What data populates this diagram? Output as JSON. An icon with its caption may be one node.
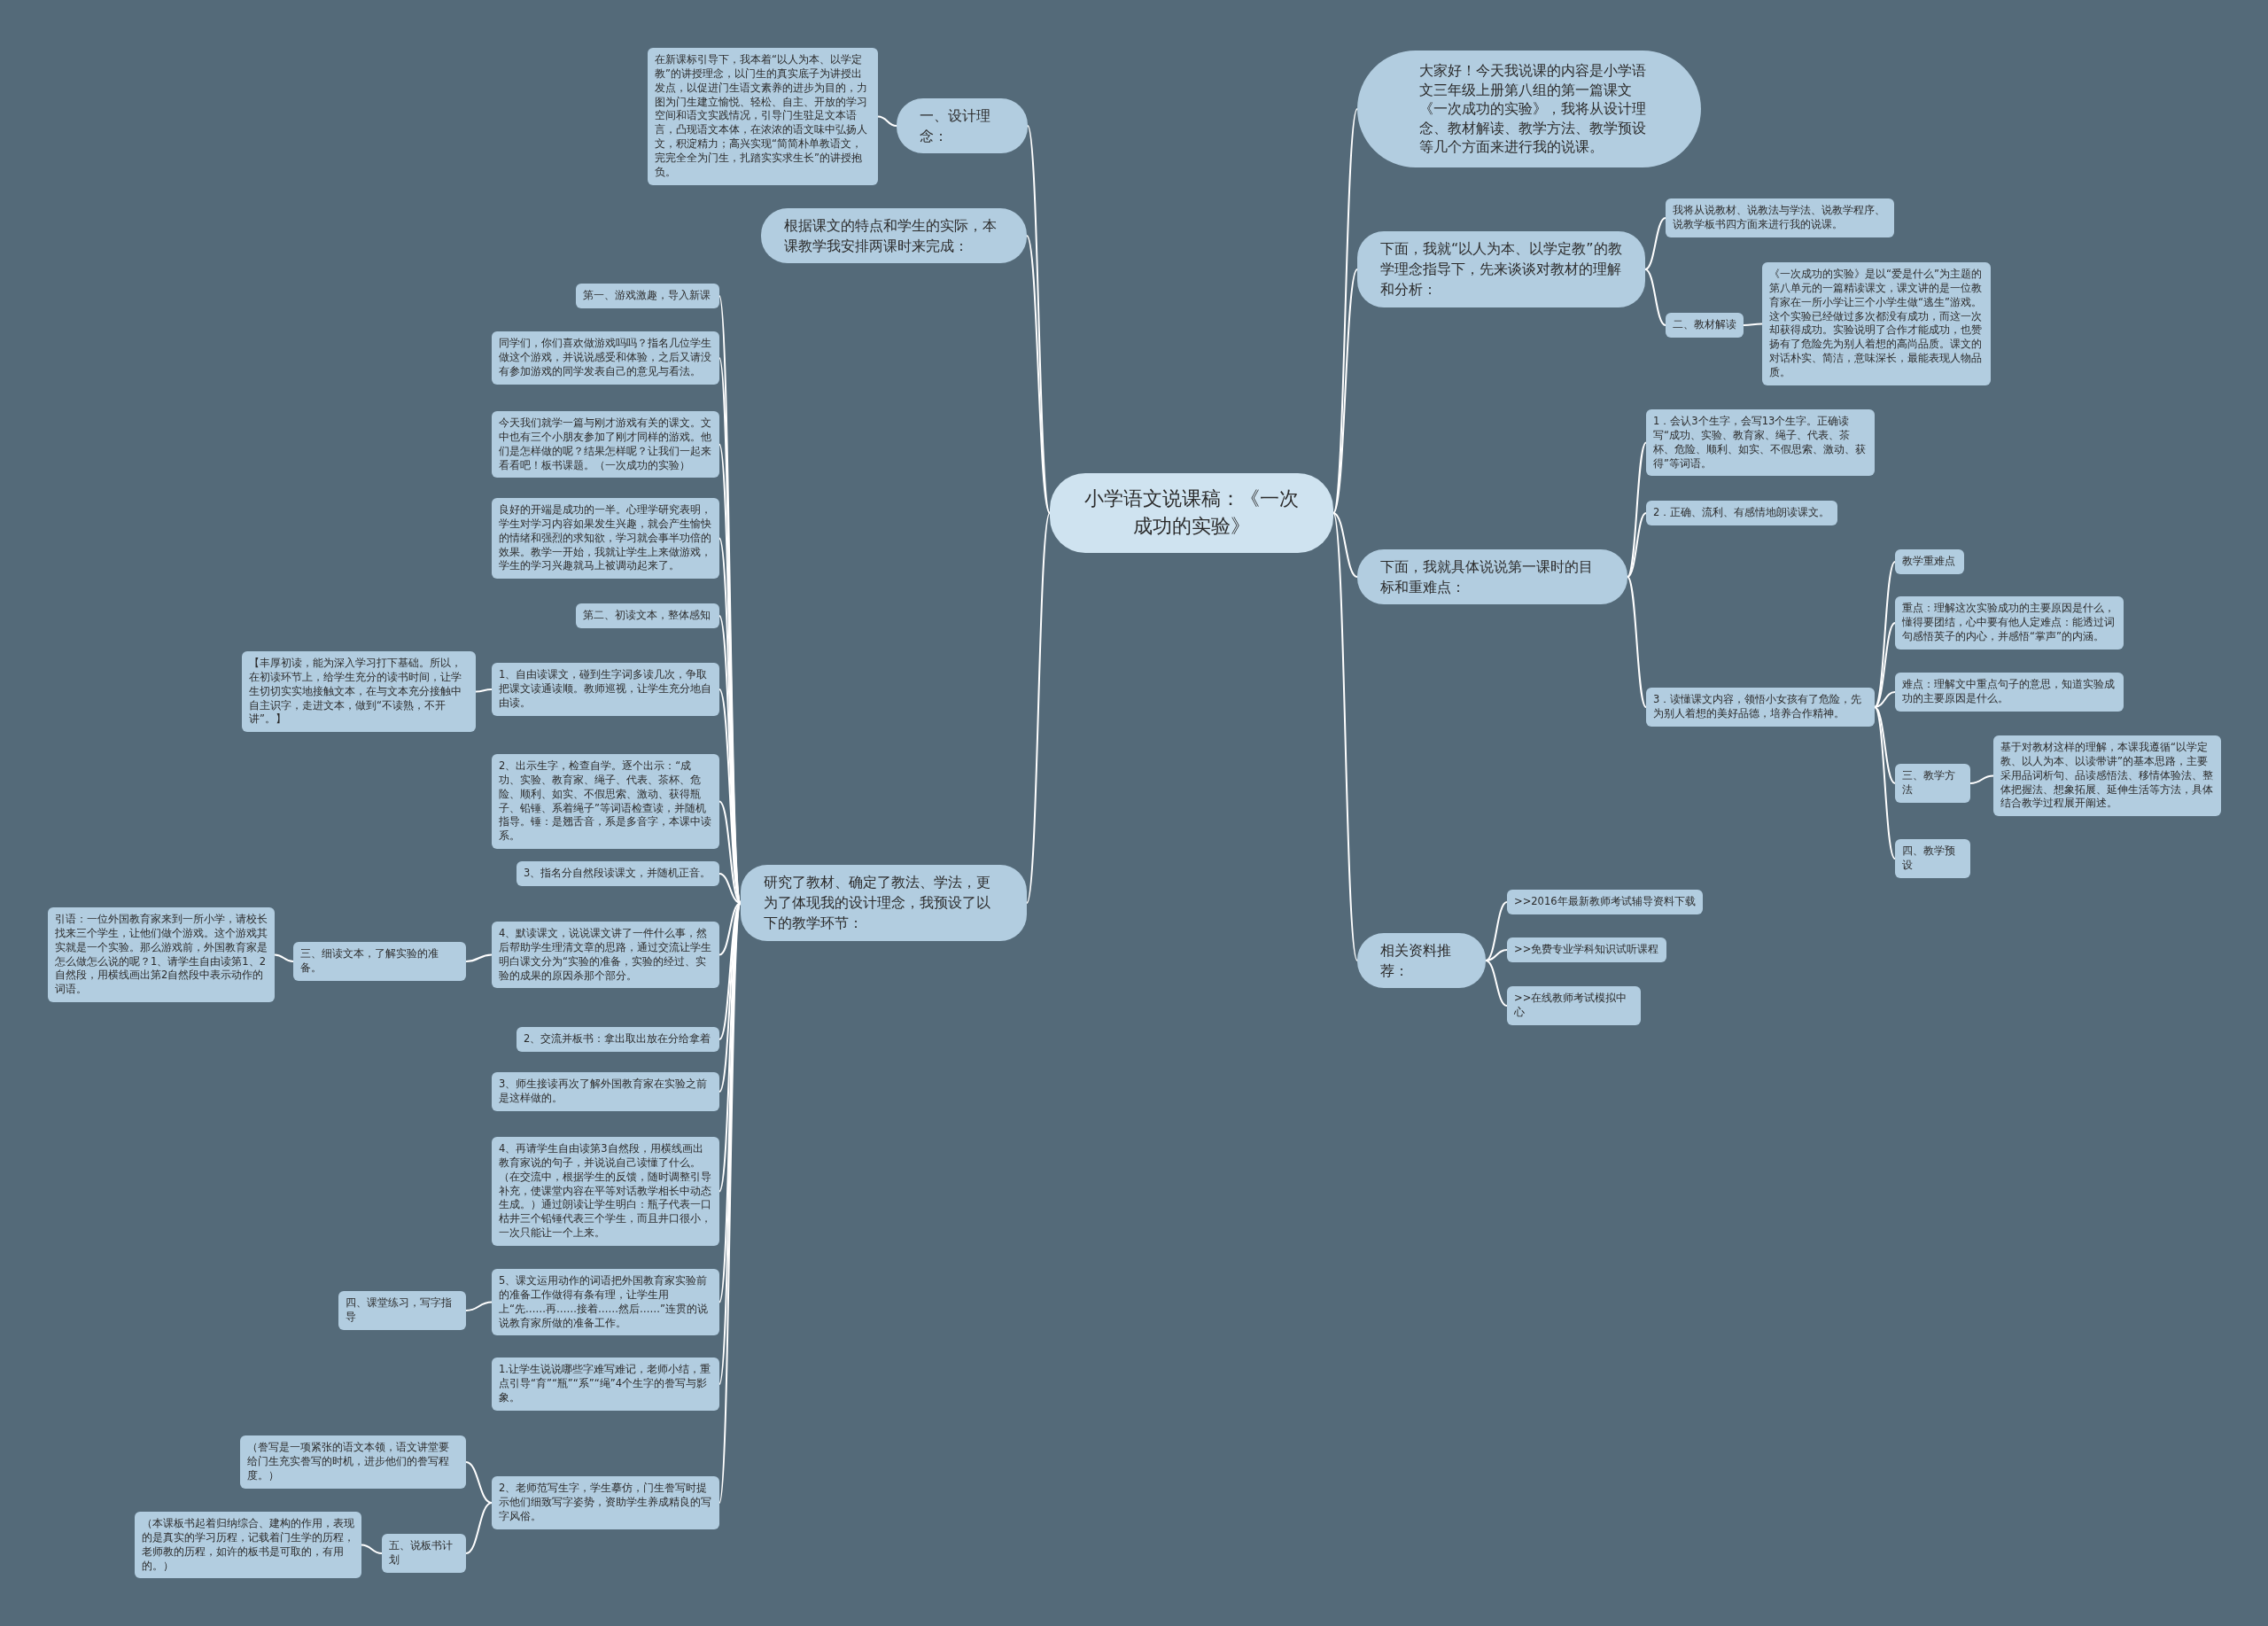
{
  "diagram": {
    "nodes": [
      {
        "text": [
          "小学语文说课稿：《一次成功的实验》"
        ]
      },
      {
        "text": [
          "一、设计理念："
        ]
      },
      {
        "text": [
          "在新课标引导下，我本着“以人为本、以学定教”的讲授理念，以门生的真实底子为讲授出发点，以促进门生语文素养的进步为目的，力图为门生建立愉悦、轻松、自主、开放的学习空间和语文实践情况，引导门生驻足文本语言，凸现语文本体，在浓浓的语文味中弘扬人文，积淀精力；高兴实现“简简朴单教语文，完完全全为门生，扎踏实实求生长”的讲授抱负。"
        ]
      },
      {
        "text": [
          "根据课文的特点和学生的实际，本课教学我安排两课时来完成："
        ]
      },
      {
        "text": [
          "研究了教材、确定了教法、学法，更为了体现我的设计理念，我预设了以下的教学环节："
        ]
      },
      {
        "text": [
          "第一、游戏激趣，导入新课"
        ]
      },
      {
        "text": [
          "同学们，你们喜欢做游戏吗吗？指名几位学生做这个游戏，并说说感受和体验，之后又请没有参加游戏的同学发表自己的意见与看法。"
        ]
      },
      {
        "text": [
          "今天我们就学一篇与刚才游戏有关的课文。文中也有三个小朋友参加了刚才同样的游戏。他们是怎样做的呢？结果怎样呢？让我们一起来看看吧！板书课题。（一次成功的实验）"
        ]
      },
      {
        "text": [
          "良好的开端是成功的一半。心理学研究表明，学生对学习内容如果发生兴趣，就会产生愉快的情绪和强烈的求知欲，学习就会事半功倍的效果。教学一开始，我就让学生上来做游戏，学生的学习兴趣就马上被调动起来了。"
        ]
      },
      {
        "text": [
          "第二、初读文本，整体感知"
        ]
      },
      {
        "text": [
          "1、自由读课文，碰到生字词多读几次，争取把课文读通读顺。教师巡视，让学生充分地自由读。"
        ]
      },
      {
        "text": [
          "【丰厚初读，能为深入学习打下基础。所以，在初读环节上，给学生充分的读书时间，让学生切切实实地接触文本，在与文本充分接触中自主识字，走进文本，做到“不读熟，不开讲”。】"
        ]
      },
      {
        "text": [
          "2、出示生字，检查自学。逐个出示：“成功、实验、教育家、绳子、代表、茶杯、危险、顺利、如实、不假思索、激动、获得瓶子、铅锤、系着绳子”等词语检查读，并随机指导。锤：是翘舌音，系是多音字，本课中读系。"
        ]
      },
      {
        "text": [
          "3、指名分自然段读课文，并随机正音。"
        ]
      },
      {
        "text": [
          "4、默读课文，说说课文讲了一件什么事，然后帮助学生理清文章的思路，通过交流让学生明白课文分为“实验的准备，实验的经过、实验的成果的原因杀那个部分。"
        ]
      },
      {
        "text": [
          "三、细读文本，了解实验的准备。"
        ]
      },
      {
        "text": [
          "引语：一位外国教育家来到一所小学，请校长找来三个学生，让他们做个游戏。这个游戏其实就是一个实验。那么游戏前，外国教育家是怎么做怎么说的呢？1、请学生自由读第1、2自然段，用横线画出第2自然段中表示动作的词语。"
        ]
      },
      {
        "text": [
          "2、交流并板书：拿出取出放在分给拿着"
        ]
      },
      {
        "text": [
          "3、师生接读再次了解外国教育家在实验之前是这样做的。"
        ]
      },
      {
        "text": [
          "4、再请学生自由读第3自然段，用横线画出教育家说的句子，并说说自己读懂了什么。（在交流中，根据学生的反馈，随时调整引导补充，使课堂内容在平等对话教学相长中动态生成。）通过朗读让学生明白：瓶子代表一口枯井三个铅锤代表三个学生，而且井口很小，一次只能让一个上来。"
        ]
      },
      {
        "text": [
          "5、课文运用动作的词语把外国教育家实验前的准备工作做得有条有理，让学生用上“先……再……接着……然后……”连贯的说说教育家所做的准备工作。"
        ]
      },
      {
        "text": [
          "四、课堂练习，写字指导"
        ]
      },
      {
        "text": [
          "1.让学生说说哪些字难写难记，老师小结，重点引导“育”“瓶”“系”“绳”4个生字的誊写与影象。"
        ]
      },
      {
        "text": [
          "2、老师范写生字，学生摹仿，门生誊写时提示他们细致写字姿势，资助学生养成精良的写字风俗。"
        ]
      },
      {
        "text": [
          "（誊写是一项紧张的语文本领，语文讲堂要给门生充实誊写的时机，进步他们的誊写程度。）"
        ]
      },
      {
        "text": [
          "五、说板书计划"
        ]
      },
      {
        "text": [
          "（本课板书起着归纳综合、建构的作用，表现的是真实的学习历程，记载着门生学的历程，老师教的历程，如许的板书是可取的，有用的。）"
        ]
      },
      {
        "text": [
          "大家好！今天我说课的内容是小学语文三年级上册第八组的第一篇课文《一次成功的实验》，我将从设计理念、教材解读、教学方法、教学预设等几个方面来进行我的说课。"
        ]
      },
      {
        "text": [
          "下面，我就“以人为本、以学定教”的教学理念指导下，先来谈谈对教材的理解和分析："
        ]
      },
      {
        "text": [
          "我将从说教材、说教法与学法、说教学程序、说教学板书四方面来进行我的说课。"
        ]
      },
      {
        "text": [
          "二、教材解读"
        ]
      },
      {
        "text": [
          "《一次成功的实验》是以“爱是什么”为主题的第八单元的一篇精读课文，课文讲的是一位教育家在一所小学让三个小学生做“逃生”游戏。这个实验已经做过多次都没有成功，而这一次却获得成功。实验说明了合作才能成功，也赞扬有了危险先为别人着想的高尚品质。课文的对话朴实、简洁，意味深长，最能表现人物品质。"
        ]
      },
      {
        "text": [
          "下面，我就具体说说第一课时的目标和重难点："
        ]
      },
      {
        "text": [
          "1．会认3个生字，会写13个生字。正确读写“成功、实验、教育家、绳子、代表、茶杯、危险、顺利、如实、不假思索、激动、获得”等词语。"
        ]
      },
      {
        "text": [
          "2．正确、流利、有感情地朗读课文。"
        ]
      },
      {
        "text": [
          "3．读懂课文内容，领悟小女孩有了危险，先为别人着想的美好品德，培养合作精神。"
        ]
      },
      {
        "text": [
          "教学重难点"
        ]
      },
      {
        "text": [
          "重点：理解这次实验成功的主要原因是什么，懂得要团结，心中要有他人定难点：能透过词句感悟英子的内心，并感悟“掌声”的内涵。"
        ]
      },
      {
        "text": [
          "难点：理解文中重点句子的意思，知道实验成功的主要原因是什么。"
        ]
      },
      {
        "text": [
          "三、教学方法"
        ]
      },
      {
        "text": [
          "基于对教材这样的理解，本课我遵循“以学定教、以人为本、以读带讲”的基本思路，主要采用品词析句、品读感悟法、移情体验法、整体把握法、想象拓展、延伸生活等方法，具体结合教学过程展开阐述。"
        ]
      },
      {
        "text": [
          "四、教学预设"
        ]
      },
      {
        "text": [
          "相关资料推荐："
        ]
      },
      {
        "text": [
          ">>2016年最新教师考试辅导资料下载"
        ]
      },
      {
        "text": [
          ">>免费专业学科知识试听课程"
        ]
      },
      {
        "text": [
          ">>在线教师考试模拟中心"
        ]
      }
    ],
    "edges": [
      {
        "from": 0,
        "to": 1,
        "arrow": "none"
      },
      {
        "from": 1,
        "to": 2,
        "arrow": "none"
      },
      {
        "from": 0,
        "to": 3,
        "arrow": "none"
      },
      {
        "from": 0,
        "to": 4,
        "arrow": "none"
      },
      {
        "from": 4,
        "to": 5,
        "arrow": "none"
      },
      {
        "from": 4,
        "to": 6,
        "arrow": "none"
      },
      {
        "from": 4,
        "to": 7,
        "arrow": "none"
      },
      {
        "from": 4,
        "to": 8,
        "arrow": "none"
      },
      {
        "from": 4,
        "to": 9,
        "arrow": "none"
      },
      {
        "from": 4,
        "to": 10,
        "arrow": "none"
      },
      {
        "from": 10,
        "to": 11,
        "arrow": "none"
      },
      {
        "from": 4,
        "to": 12,
        "arrow": "none"
      },
      {
        "from": 4,
        "to": 13,
        "arrow": "none"
      },
      {
        "from": 4,
        "to": 14,
        "arrow": "none"
      },
      {
        "from": 14,
        "to": 15,
        "arrow": "none"
      },
      {
        "from": 15,
        "to": 16,
        "arrow": "none"
      },
      {
        "from": 4,
        "to": 17,
        "arrow": "none"
      },
      {
        "from": 4,
        "to": 18,
        "arrow": "none"
      },
      {
        "from": 4,
        "to": 19,
        "arrow": "none"
      },
      {
        "from": 4,
        "to": 20,
        "arrow": "none"
      },
      {
        "from": 20,
        "to": 21,
        "arrow": "none"
      },
      {
        "from": 4,
        "to": 22,
        "arrow": "none"
      },
      {
        "from": 4,
        "to": 23,
        "arrow": "none"
      },
      {
        "from": 23,
        "to": 24,
        "arrow": "none"
      },
      {
        "from": 23,
        "to": 25,
        "arrow": "none"
      },
      {
        "from": 25,
        "to": 26,
        "arrow": "none"
      },
      {
        "from": 0,
        "to": 27,
        "arrow": "none"
      },
      {
        "from": 0,
        "to": 28,
        "arrow": "none"
      },
      {
        "from": 28,
        "to": 29,
        "arrow": "none"
      },
      {
        "from": 28,
        "to": 30,
        "arrow": "none"
      },
      {
        "from": 30,
        "to": 31,
        "arrow": "none"
      },
      {
        "from": 0,
        "to": 32,
        "arrow": "none"
      },
      {
        "from": 32,
        "to": 33,
        "arrow": "none"
      },
      {
        "from": 32,
        "to": 34,
        "arrow": "none"
      },
      {
        "from": 32,
        "to": 35,
        "arrow": "none"
      },
      {
        "from": 35,
        "to": 36,
        "arrow": "none"
      },
      {
        "from": 35,
        "to": 37,
        "arrow": "none"
      },
      {
        "from": 35,
        "to": 38,
        "arrow": "none"
      },
      {
        "from": 35,
        "to": 39,
        "arrow": "none"
      },
      {
        "from": 39,
        "to": 40,
        "arrow": "none"
      },
      {
        "from": 35,
        "to": 41,
        "arrow": "none"
      },
      {
        "from": 0,
        "to": 42,
        "arrow": "none"
      },
      {
        "from": 42,
        "to": 43,
        "arrow": "none"
      },
      {
        "from": 42,
        "to": 44,
        "arrow": "none"
      },
      {
        "from": 42,
        "to": 45,
        "arrow": "none"
      }
    ]
  }
}
